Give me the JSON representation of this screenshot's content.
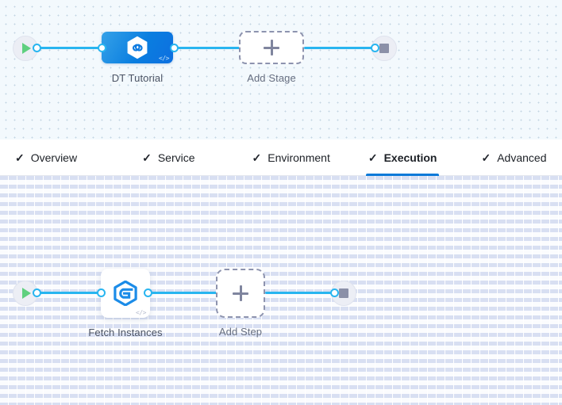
{
  "stage_canvas": {
    "name": "pipeline-stage-canvas",
    "background_color": "#f3f9fd",
    "start_node": {
      "icon": "play-icon",
      "title": "Start"
    },
    "end_node": {
      "icon": "stop-icon",
      "title": "End"
    },
    "stage": {
      "label": "DT Tutorial",
      "icon": "hexagon-infinity-icon",
      "badge": "</>",
      "accent_color": "#0d7ae0"
    },
    "add_stage": {
      "label": "Add Stage",
      "icon": "plus-icon"
    }
  },
  "tabs": {
    "check_glyph": "✓",
    "active_index": 3,
    "active_underline_color": "#0b7ad8",
    "items": [
      {
        "label": "Overview",
        "completed": true
      },
      {
        "label": "Service",
        "completed": true
      },
      {
        "label": "Environment",
        "completed": true
      },
      {
        "label": "Execution",
        "completed": true
      },
      {
        "label": "Advanced",
        "completed": true
      }
    ]
  },
  "step_canvas": {
    "name": "pipeline-step-canvas",
    "background_color": "#fbfcfe",
    "start_node": {
      "icon": "play-icon",
      "title": "Start"
    },
    "end_node": {
      "icon": "stop-icon",
      "title": "End"
    },
    "step": {
      "label": "Fetch Instances",
      "icon": "hexagon-e-icon",
      "badge": "</>",
      "accent_color": "#1c8ce8"
    },
    "add_step": {
      "label": "Add Step",
      "icon": "plus-icon"
    }
  }
}
